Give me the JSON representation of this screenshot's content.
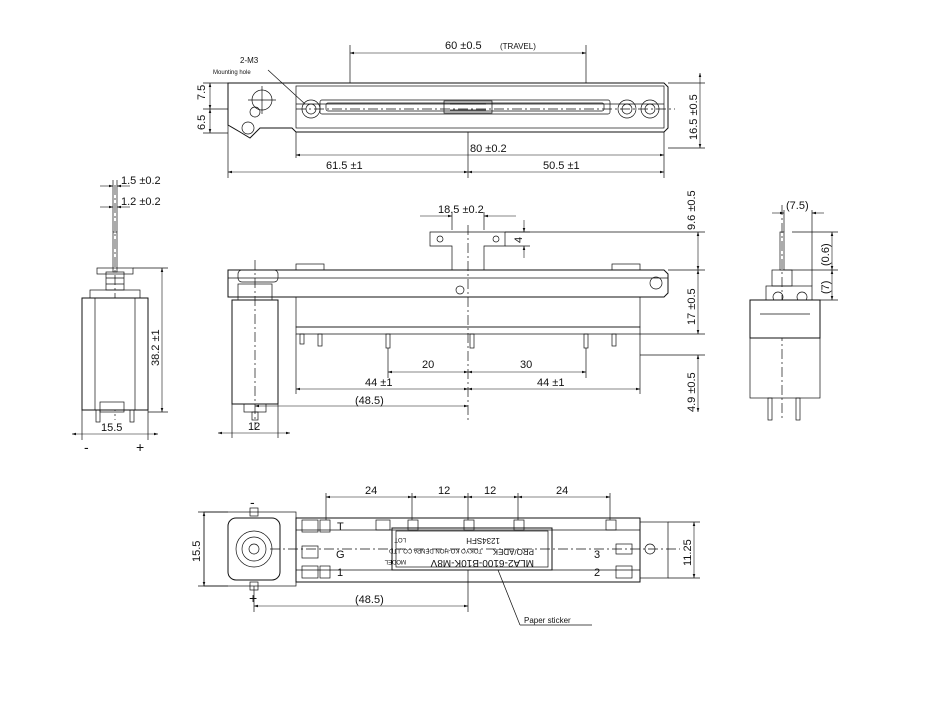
{
  "top_view": {
    "travel": "60 ±0.5",
    "travel_note": "(TRAVEL)",
    "hole_callout": "2-M3",
    "hole_note": "Mounting hole",
    "h_7_5": "7.5",
    "h_6_5": "6.5",
    "h_16_5": "16.5 ±0.5",
    "len_80": "80 ±0.2",
    "len_61_5": "61.5 ±1",
    "len_50_5": "50.5 ±1"
  },
  "left_view": {
    "w_1_5": "1.5 ±0.2",
    "w_1_2": "1.2 ±0.2",
    "h_38_2": "38.2 ±1",
    "w_15_5": "15.5",
    "minus": "-",
    "plus": "+"
  },
  "front_view": {
    "knob_18_5": "18.5 ±0.2",
    "knob_4": "4",
    "pin_20": "20",
    "pin_30": "30",
    "span_44_left": "44 ±1",
    "span_44_right": "44 ±1",
    "span_48_5": "(48.5)",
    "motor_12": "12",
    "h_9_6": "9.6 ±0.5",
    "h_17": "17 ±0.5",
    "h_4_9": "4.9 ±0.5"
  },
  "right_view": {
    "w_7_5": "(7.5)",
    "h_0_6": "(0.6)",
    "h_7": "(7)"
  },
  "bottom_view": {
    "pitch_24_left": "24",
    "pitch_12_left": "12",
    "pitch_12_right": "12",
    "pitch_24_right": "24",
    "h_15_5": "15.5",
    "h_11_25": "11.25",
    "span_48_5": "(48.5)",
    "pin_T": "T",
    "pin_G": "G",
    "pin_1": "1",
    "pin_2": "2",
    "pin_3": "3",
    "minus": "-",
    "plus": "+",
    "sticker_model": "MLA2-6100-B10K-M8V",
    "sticker_brand": "PRO/ADEK",
    "sticker_code": "1234SFH",
    "sticker_maker": "TOKYO KO-HON DENPA CO.,LTD",
    "sticker_lot": "LOT",
    "sticker_model_tag": "MODEL",
    "paper_sticker": "Paper sticker"
  }
}
